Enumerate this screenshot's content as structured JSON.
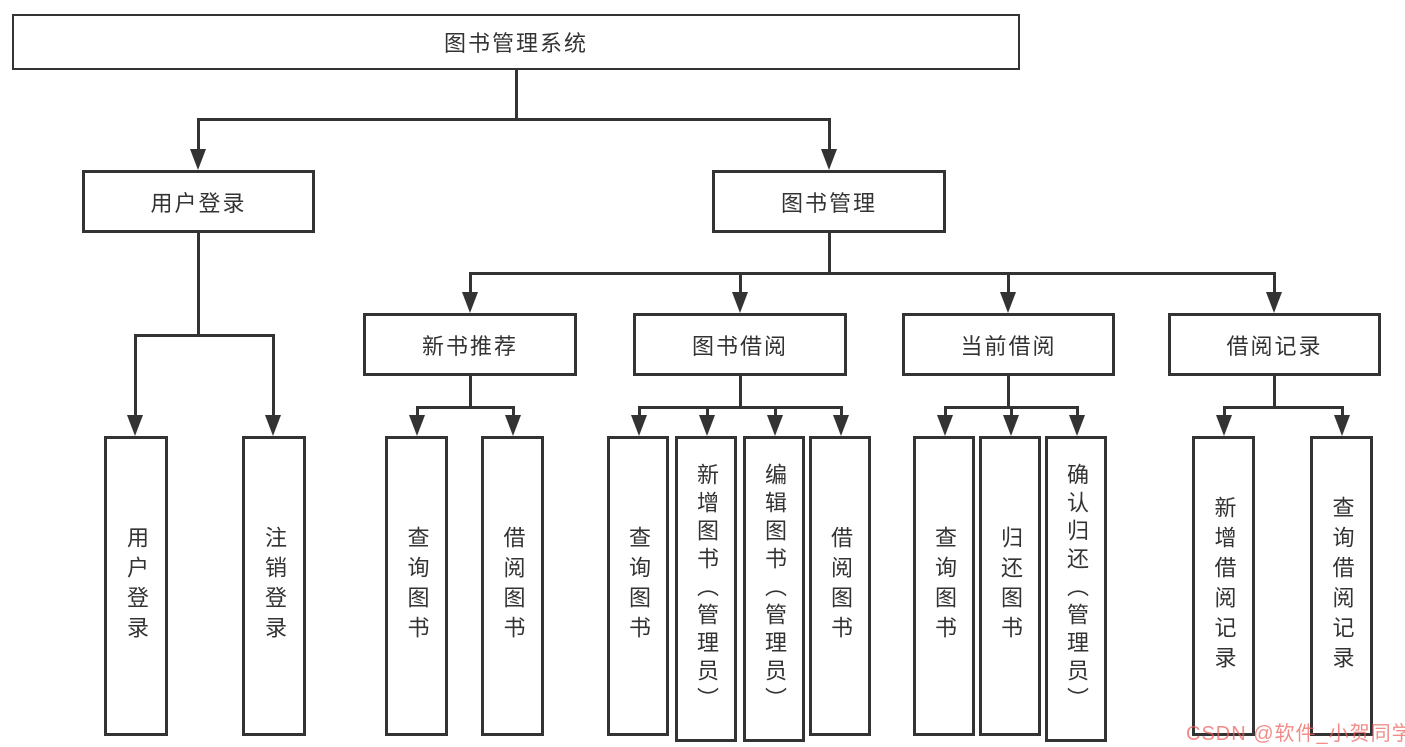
{
  "diagram": {
    "root_label": "图书管理系统",
    "branches": [
      {
        "label": "用户登录",
        "leaves": [
          "用户登录",
          "注销登录"
        ]
      },
      {
        "label": "图书管理",
        "groups": [
          {
            "label": "新书推荐",
            "leaves": [
              "查询图书",
              "借阅图书"
            ]
          },
          {
            "label": "图书借阅",
            "leaves": [
              "查询图书",
              "新增图书（管理员）",
              "编辑图书（管理员）",
              "借阅图书"
            ]
          },
          {
            "label": "当前借阅",
            "leaves": [
              "查询图书",
              "归还图书",
              "确认归还（管理员）"
            ]
          },
          {
            "label": "借阅记录",
            "leaves": [
              "新增借阅记录",
              "查询借阅记录"
            ]
          }
        ]
      }
    ]
  },
  "watermark": {
    "text": "CSDN @软件_小贺同学",
    "color": "#ec5f5a"
  },
  "colors": {
    "line": "#333333",
    "box_border": "#333333",
    "text": "#333333",
    "background": "#ffffff"
  }
}
